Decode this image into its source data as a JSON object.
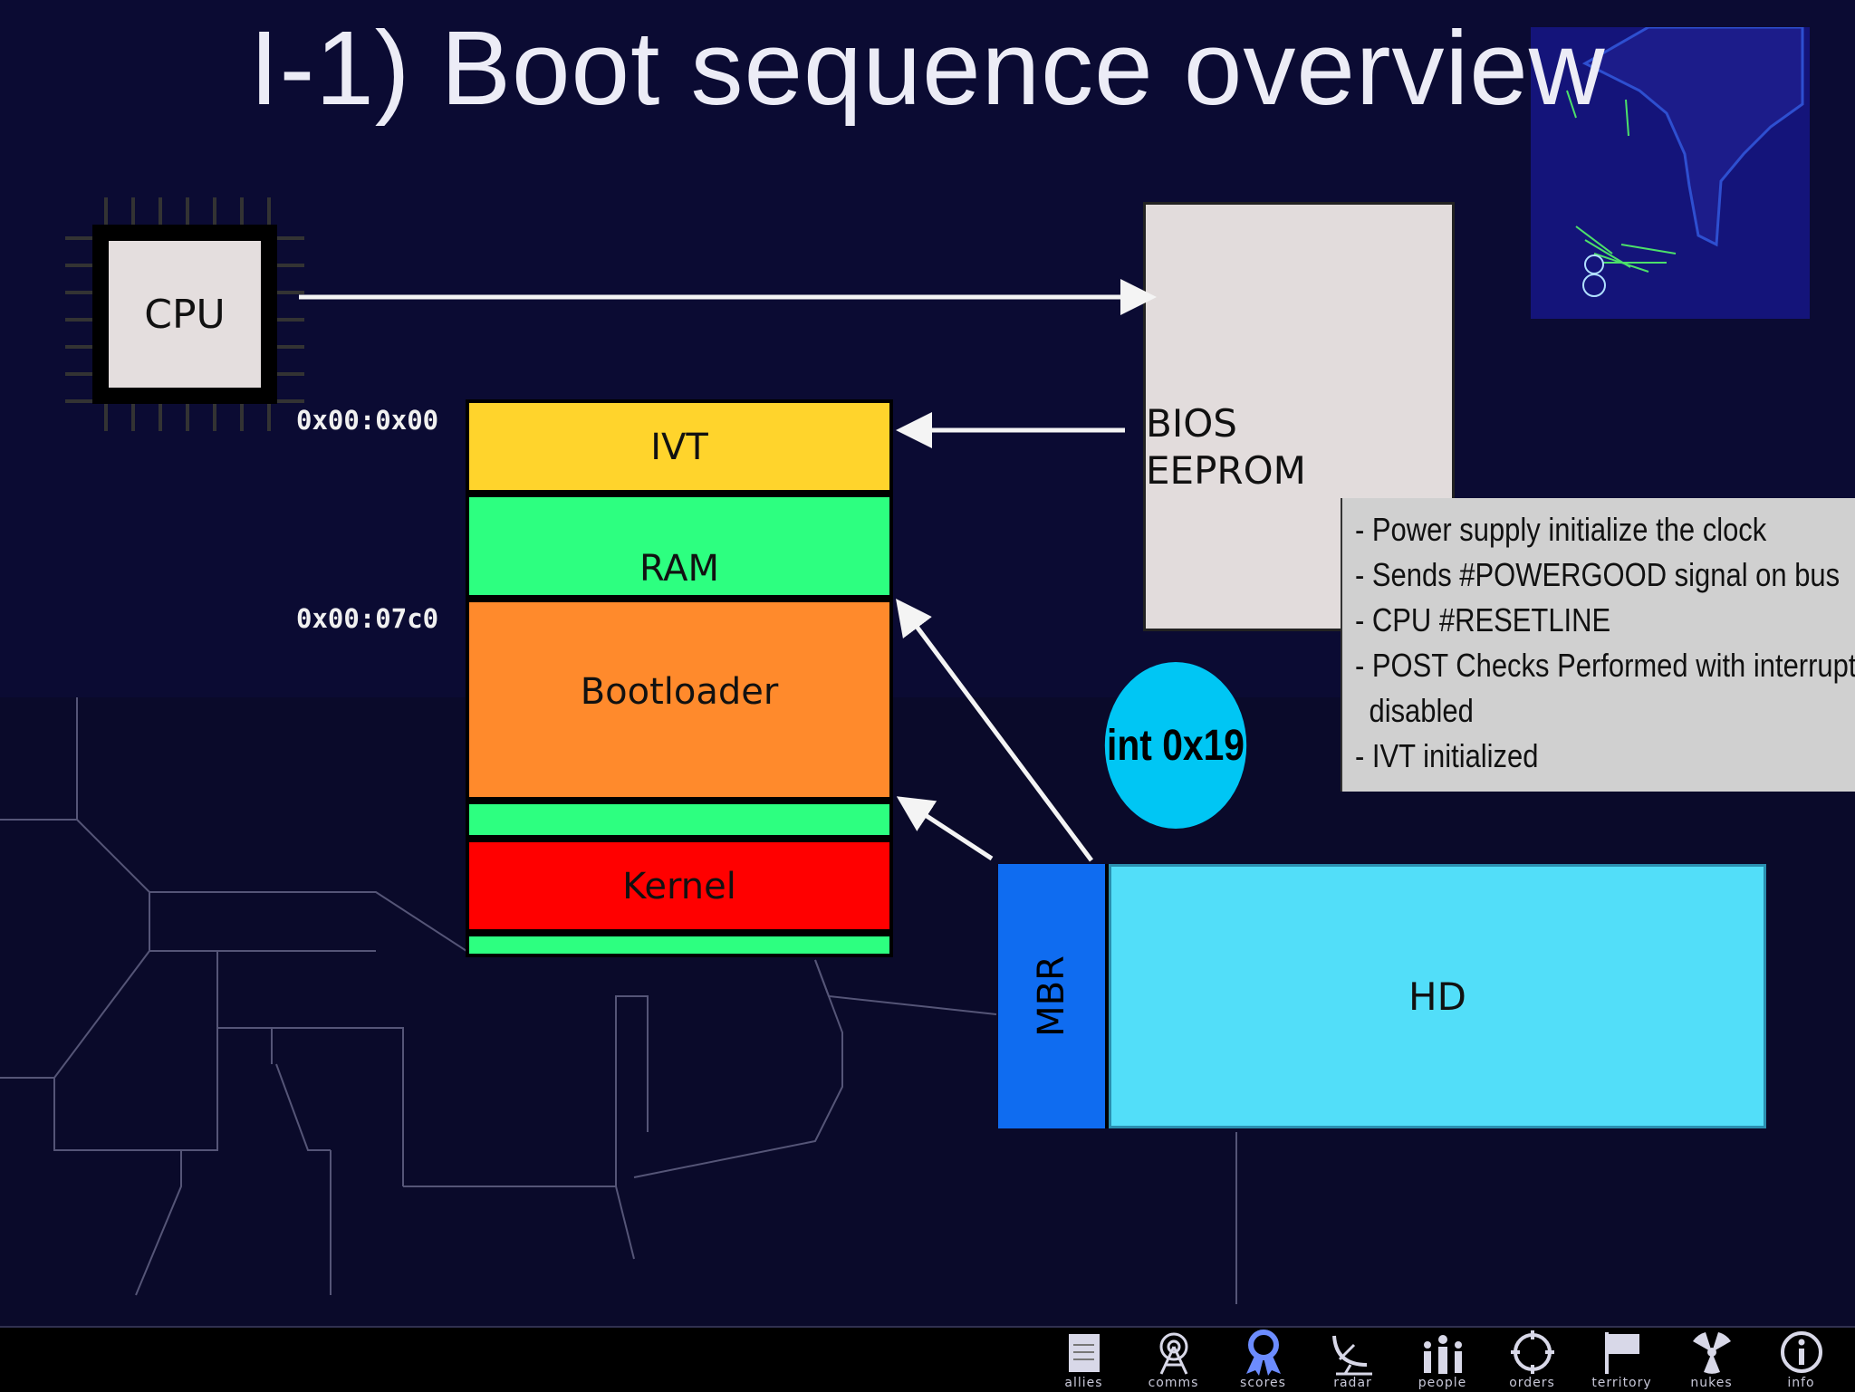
{
  "title": "I-1) Boot sequence overview",
  "cpu": {
    "label": "CPU"
  },
  "bios": {
    "line1": "BIOS",
    "line2": "EEPROM"
  },
  "memory": {
    "ivt": "IVT",
    "ram": "RAM",
    "bootloader": "Bootloader",
    "kernel": "Kernel",
    "addr_top": "0x00:0x00",
    "addr_boot": "0x00:07c0"
  },
  "disk": {
    "mbr": "MBR",
    "hd": "HD"
  },
  "interrupt": {
    "label": "int 0x19"
  },
  "notes": {
    "items": [
      "- Power supply initialize the clock",
      "- Sends #POWERGOOD signal on bus",
      "- CPU #RESETLINE",
      "- POST Checks Performed with interrupts",
      "disabled",
      "- IVT initialized"
    ]
  },
  "dock": {
    "items": [
      {
        "label": "allies",
        "icon": "document-icon"
      },
      {
        "label": "comms",
        "icon": "antenna-icon"
      },
      {
        "label": "scores",
        "icon": "ribbon-icon"
      },
      {
        "label": "radar",
        "icon": "radar-dish-icon"
      },
      {
        "label": "people",
        "icon": "people-icon"
      },
      {
        "label": "orders",
        "icon": "crosshair-icon"
      },
      {
        "label": "territory",
        "icon": "flag-icon"
      },
      {
        "label": "nukes",
        "icon": "radiation-icon"
      },
      {
        "label": "info",
        "icon": "info-icon"
      }
    ]
  },
  "colors": {
    "background": "#0b0b33",
    "ivt": "#ffd42c",
    "ram": "#2dff80",
    "bootloader": "#ff8a2c",
    "kernel": "#ff0000",
    "mbr": "#0f6cf0",
    "hd": "#52def9",
    "interrupt": "#00c6f4"
  }
}
